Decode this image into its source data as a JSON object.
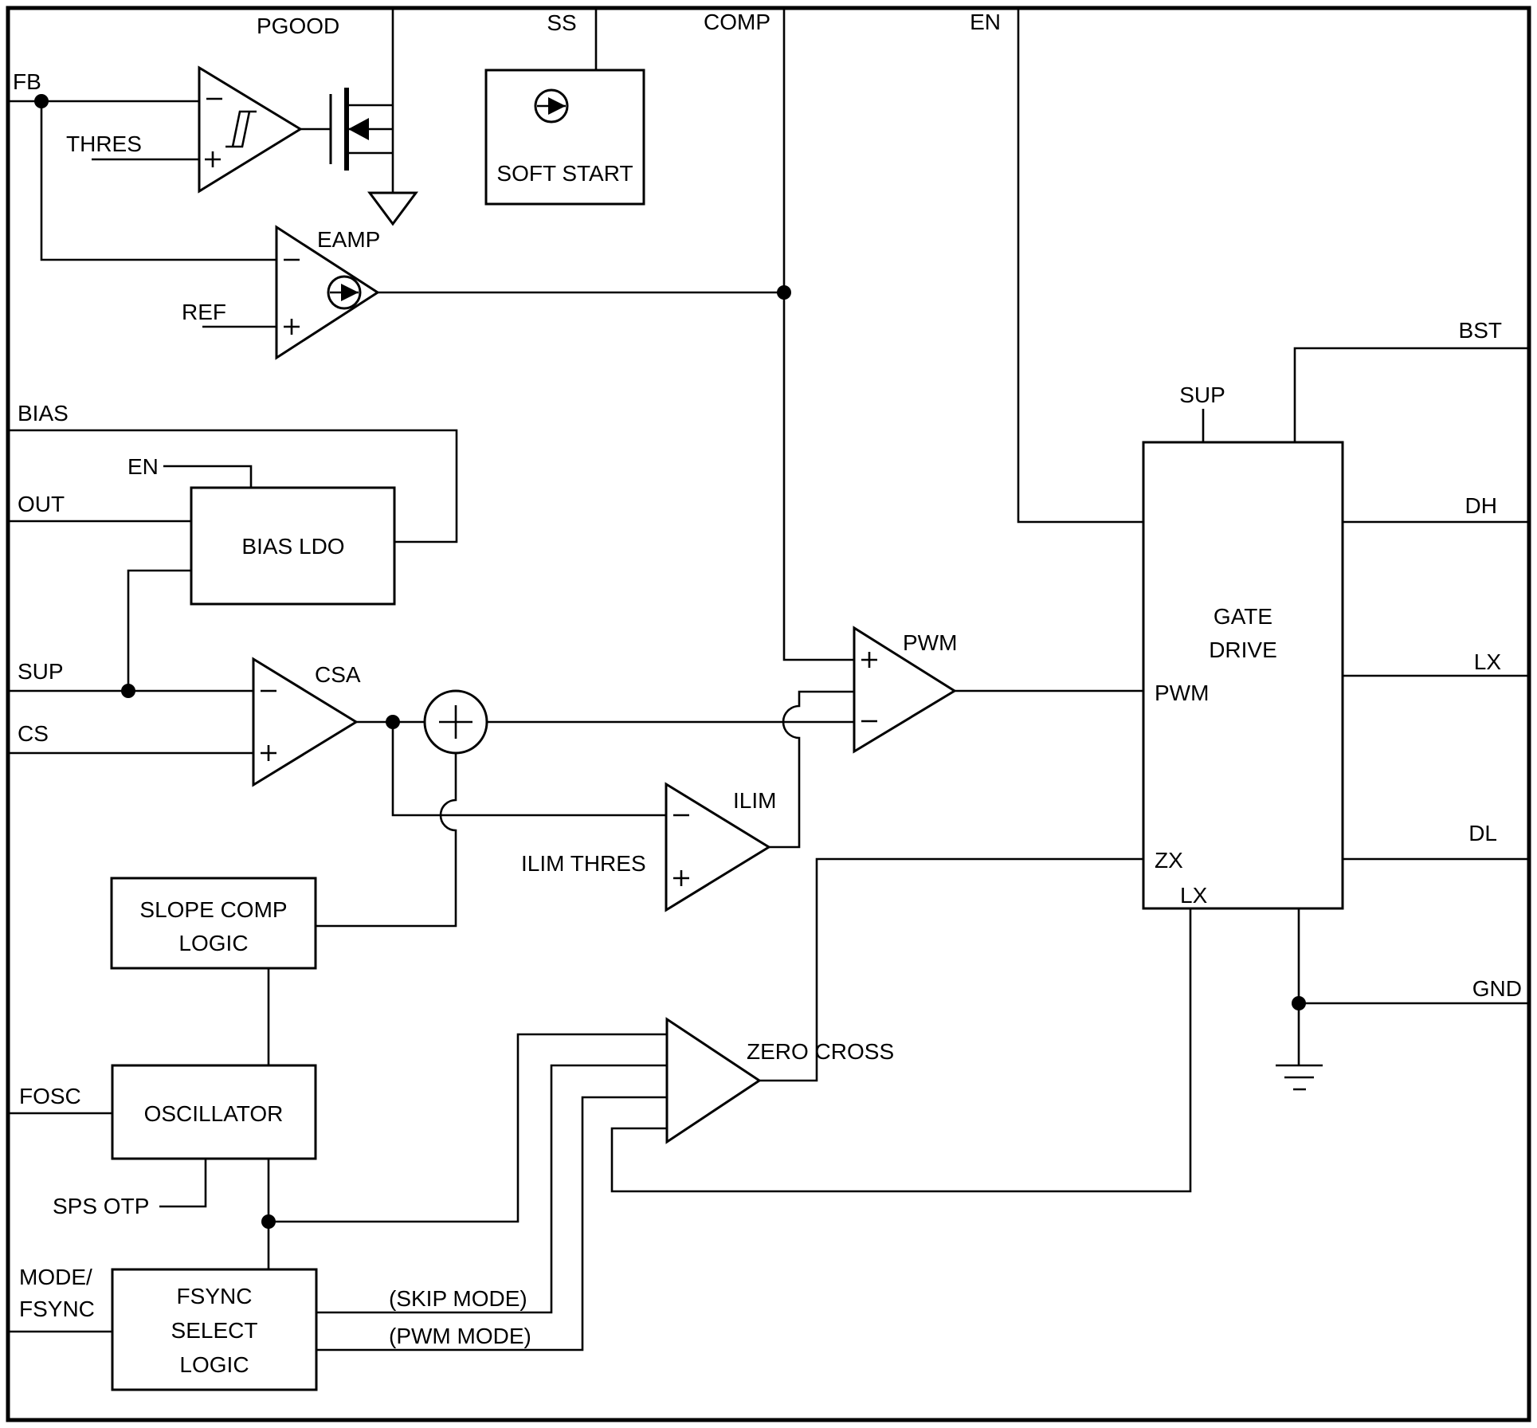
{
  "pins": {
    "fb": "FB",
    "thres": "THRES",
    "pgood": "PGOOD",
    "ss": "SS",
    "comp": "COMP",
    "en_top": "EN",
    "ref": "REF",
    "bias": "BIAS",
    "en_ldo": "EN",
    "out": "OUT",
    "sup_left": "SUP",
    "cs": "CS",
    "ilim_thres": "ILIM THRES",
    "fosc": "FOSC",
    "sps_otp": "SPS OTP",
    "mode_fsync_1": "MODE/",
    "mode_fsync_2": "FSYNC",
    "sup_top": "SUP",
    "bst": "BST",
    "dh": "DH",
    "lx_right": "LX",
    "dl": "DL",
    "gnd": "GND"
  },
  "amps": {
    "eamp": "EAMP",
    "csa": "CSA",
    "pwm": "PWM",
    "ilim": "ILIM",
    "zero_cross": "ZERO CROSS"
  },
  "blocks": {
    "soft_start": "SOFT START",
    "bias_ldo": "BIAS LDO",
    "slope_comp": [
      "SLOPE COMP",
      "LOGIC"
    ],
    "oscillator": "OSCILLATOR",
    "fsync_select": [
      "FSYNC",
      "SELECT",
      "LOGIC"
    ],
    "gate_drive": [
      "GATE",
      "DRIVE"
    ],
    "gate_drive_ports": {
      "pwm": "PWM",
      "zx": "ZX",
      "lx": "LX"
    }
  },
  "signals": {
    "skip_mode": "(SKIP MODE)",
    "pwm_mode": "(PWM MODE)"
  },
  "colors": {
    "line": "#000000",
    "background": "#ffffff"
  }
}
